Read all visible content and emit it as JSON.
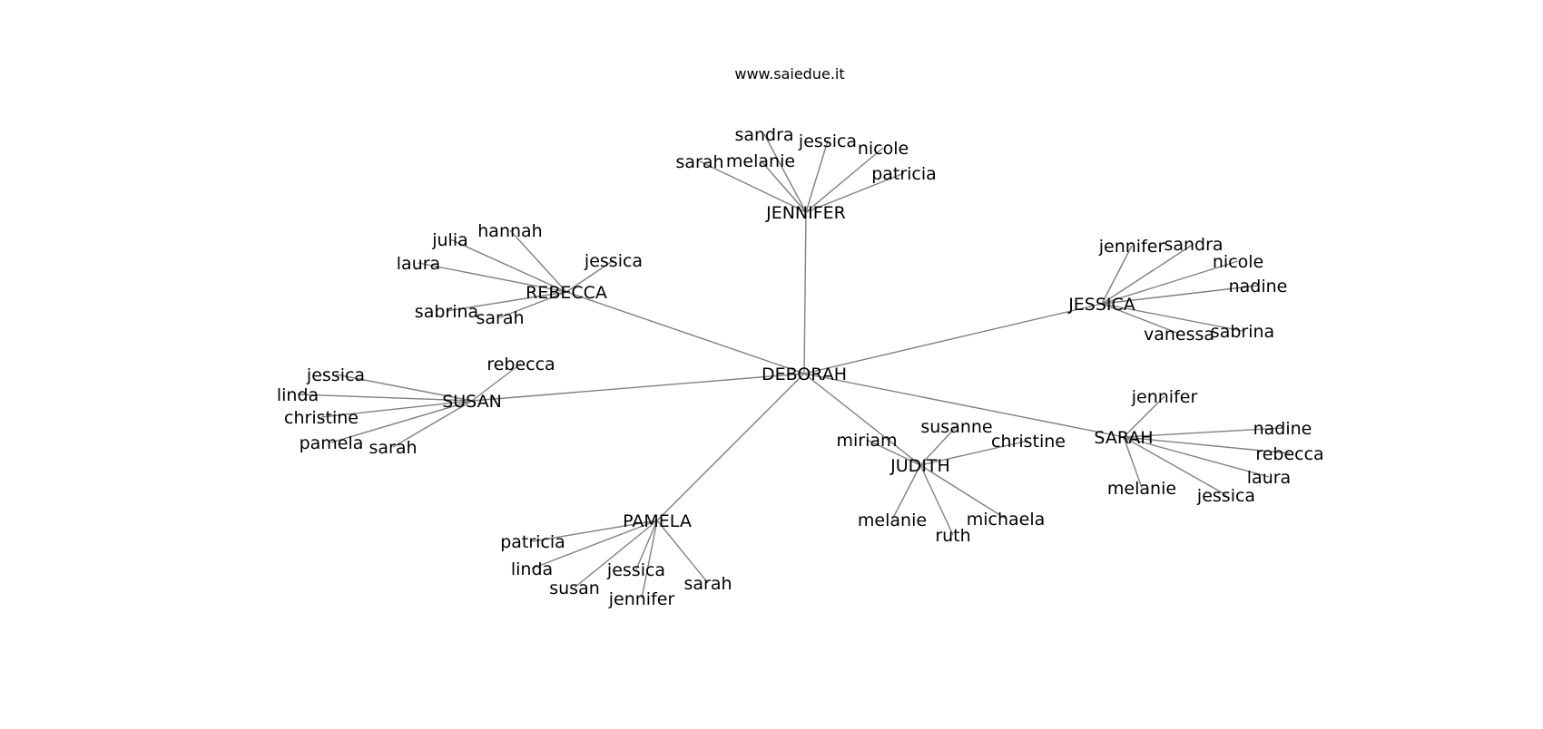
{
  "header": {
    "site": "www.saiedue.it"
  },
  "graph": {
    "root": "DEBORAH",
    "hubs": [
      {
        "name": "JENNIFER",
        "leaves": [
          "sandra",
          "jessica",
          "nicole",
          "melanie",
          "sarah",
          "patricia"
        ]
      },
      {
        "name": "REBECCA",
        "leaves": [
          "julia",
          "hannah",
          "jessica",
          "laura",
          "sabrina",
          "sarah"
        ]
      },
      {
        "name": "JESSICA",
        "leaves": [
          "jennifer",
          "sandra",
          "nicole",
          "nadine",
          "vanessa",
          "sabrina"
        ]
      },
      {
        "name": "SUSAN",
        "leaves": [
          "rebecca",
          "jessica",
          "linda",
          "christine",
          "pamela",
          "sarah"
        ]
      },
      {
        "name": "SARAH",
        "leaves": [
          "jennifer",
          "nadine",
          "rebecca",
          "laura",
          "melanie",
          "jessica"
        ]
      },
      {
        "name": "JUDITH",
        "leaves": [
          "susanne",
          "miriam",
          "christine",
          "melanie",
          "michaela",
          "ruth"
        ]
      },
      {
        "name": "PAMELA",
        "leaves": [
          "patricia",
          "linda",
          "jessica",
          "susan",
          "jennifer",
          "sarah"
        ]
      }
    ]
  },
  "colors": {
    "edge": "#808080",
    "text": "#000000",
    "background": "#ffffff"
  }
}
